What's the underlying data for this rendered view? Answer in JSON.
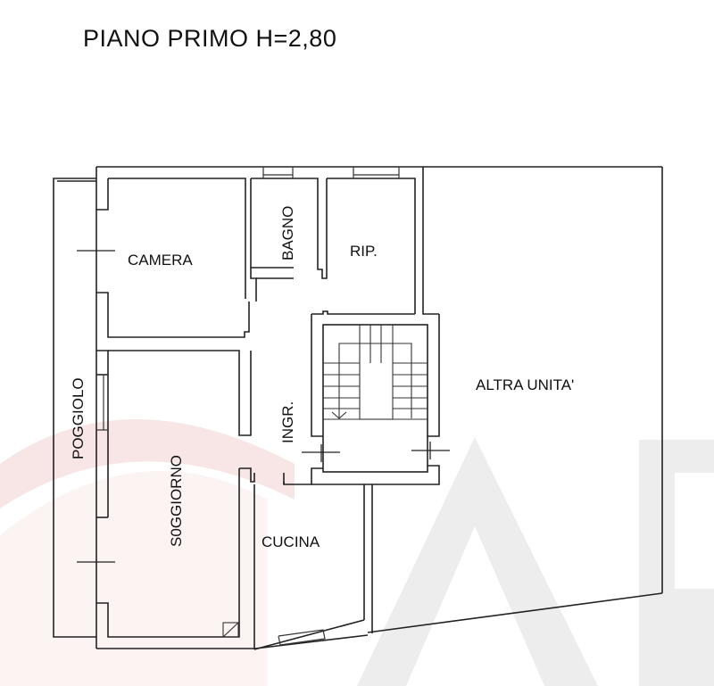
{
  "title": "PIANO PRIMO H=2,80",
  "rooms": {
    "camera": "CAMERA",
    "bagno": "BAGNO",
    "ripostiglio": "RIP.",
    "poggiolo": "POGGIOLO",
    "soggiorno": "S0GGIORNO",
    "ingresso": "INGR.",
    "cucina": "CUCINA",
    "altra_unita": "ALTRA UNITA'"
  },
  "colors": {
    "wall": "#222222",
    "watermark_gray": "#ececec",
    "watermark_red": "#f7e3e3"
  }
}
